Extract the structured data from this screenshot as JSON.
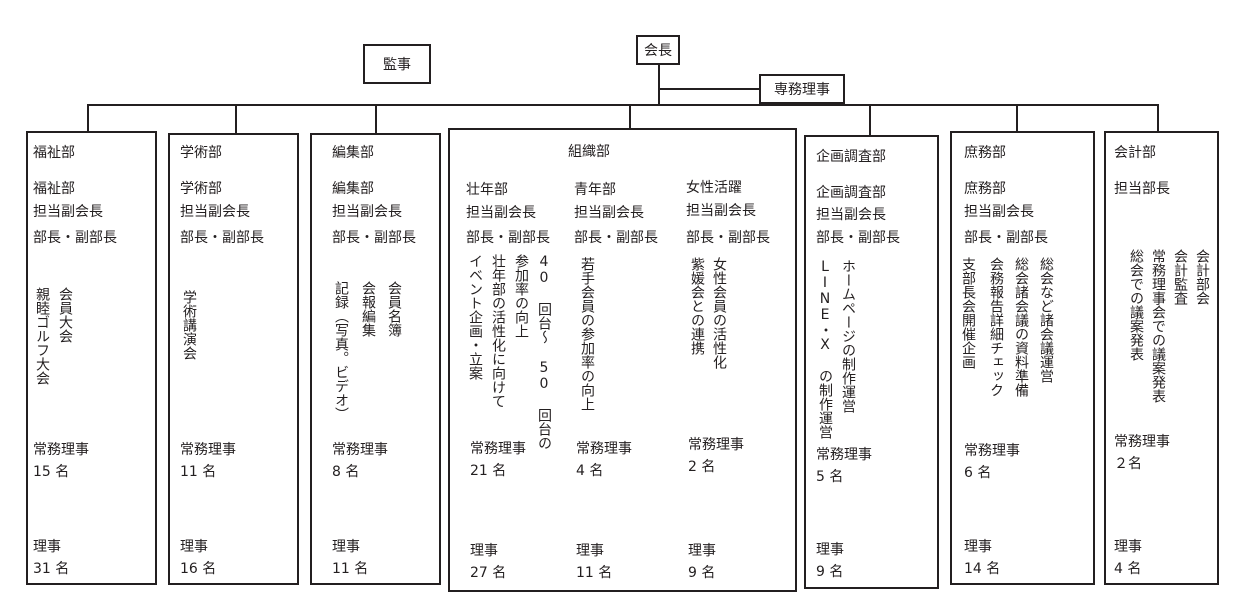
{
  "top": {
    "president": "会長",
    "auditor": "監事",
    "exec_director": "専務理事"
  },
  "departments": {
    "welfare": {
      "name": "福祉部",
      "owner": [
        "福祉部",
        "担当副会長"
      ],
      "heads": "部長・副部長",
      "duties": [
        "会員大会",
        "親睦ゴルフ大会"
      ],
      "standing_label": "常務理事",
      "standing_count": "15 名",
      "director_label": "理事",
      "director_count": "31 名"
    },
    "academic": {
      "name": "学術部",
      "owner": [
        "学術部",
        "担当副会長"
      ],
      "heads": "部長・副部長",
      "duties": [
        "学術講演会"
      ],
      "standing_label": "常務理事",
      "standing_count": "11 名",
      "director_label": "理事",
      "director_count": "16 名"
    },
    "editorial": {
      "name": "編集部",
      "owner": [
        "編集部",
        "担当副会長"
      ],
      "heads": "部長・副部長",
      "duties": [
        "会員名簿",
        "会報編集",
        "記録（写真。ビデオ）"
      ],
      "standing_label": "常務理事",
      "standing_count": "8 名",
      "director_label": "理事",
      "director_count": "11 名"
    },
    "organization": {
      "name": "組織部",
      "subs": [
        {
          "owner": [
            "壮年部",
            "担当副会長"
          ],
          "heads": "部長・副部長",
          "duties": [
            "40 回台～ 50 回台の",
            "参加率の向上",
            "壮年部の活性化に向けて",
            "イベント企画・立案"
          ],
          "standing_label": "常務理事",
          "standing_count": "21 名",
          "director_label": "理事",
          "director_count": "27 名"
        },
        {
          "owner": [
            "青年部",
            "担当副会長"
          ],
          "heads": "部長・副部長",
          "duties": [
            "若手会員の参加率の向上"
          ],
          "standing_label": "常務理事",
          "standing_count": "4 名",
          "director_label": "理事",
          "director_count": "11 名"
        },
        {
          "owner": [
            "女性活躍",
            "担当副会長"
          ],
          "heads": "部長・副部長",
          "duties": [
            "女性会員の活性化",
            "紫媛会との連携"
          ],
          "standing_label": "常務理事",
          "standing_count": "2 名",
          "director_label": "理事",
          "director_count": "9 名"
        }
      ]
    },
    "planning": {
      "name": "企画調査部",
      "owner": [
        "企画調査部",
        "担当副会長"
      ],
      "heads": "部長・副部長",
      "duties": [
        "ホームページの制作運営",
        "LINE・X の制作運営"
      ],
      "standing_label": "常務理事",
      "standing_count": "5 名",
      "director_label": "理事",
      "director_count": "9 名"
    },
    "general": {
      "name": "庶務部",
      "owner": [
        "庶務部",
        "担当副会長"
      ],
      "heads": "部長・副部長",
      "duties": [
        "総会など諸会議運営",
        "総会諸会議の資料準備",
        "会務報告詳細チェック",
        "支部長会開催企画"
      ],
      "standing_label": "常務理事",
      "standing_count": "6 名",
      "director_label": "理事",
      "director_count": "14 名"
    },
    "accounting": {
      "name": "会計部",
      "owner": [
        "担当部長"
      ],
      "duties": [
        "会計部会",
        "会計監査",
        "常務理事会での議案発表",
        "総会での議案発表"
      ],
      "standing_label": "常務理事",
      "standing_count": "２名",
      "director_label": "理事",
      "director_count": "4 名"
    }
  }
}
